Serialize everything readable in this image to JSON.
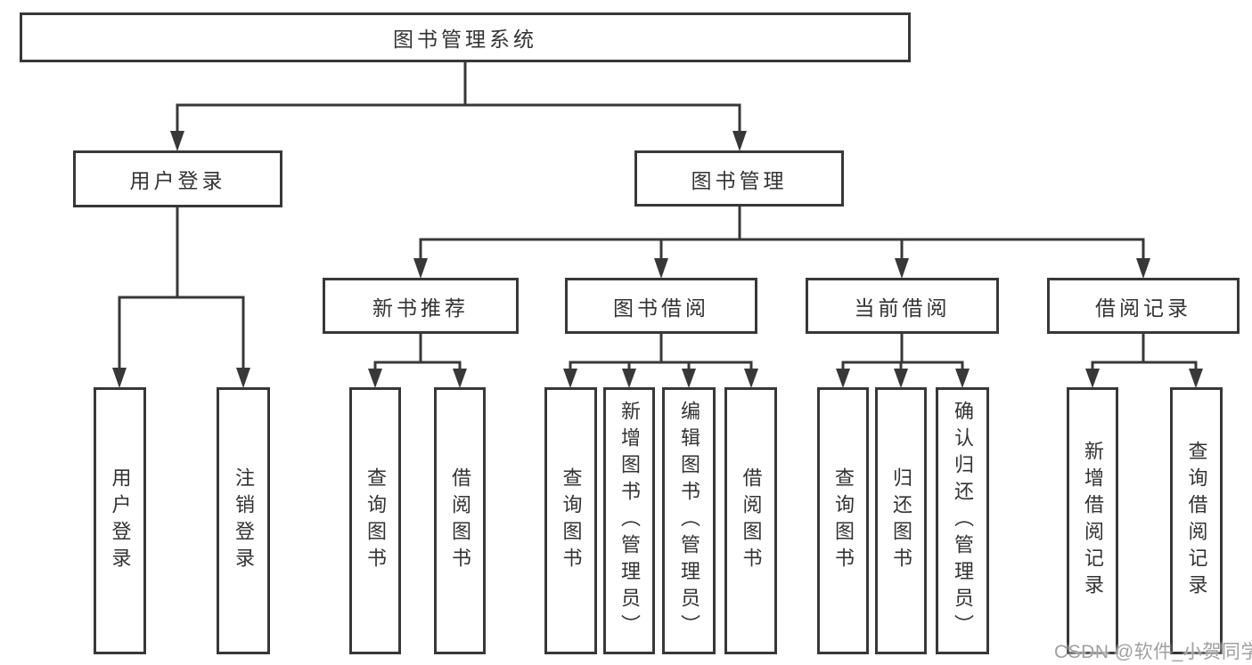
{
  "tree": {
    "label": "图书管理系统",
    "children": [
      {
        "label": "用户登录",
        "children": [
          {
            "label": "用户登录"
          },
          {
            "label": "注销登录"
          }
        ]
      },
      {
        "label": "图书管理",
        "children": [
          {
            "label": "新书推荐",
            "children": [
              {
                "label": "查询图书"
              },
              {
                "label": "借阅图书"
              }
            ]
          },
          {
            "label": "图书借阅",
            "children": [
              {
                "label": "查询图书"
              },
              {
                "label": "新增图书（管理员）"
              },
              {
                "label": "编辑图书（管理员）"
              },
              {
                "label": "借阅图书"
              }
            ]
          },
          {
            "label": "当前借阅",
            "children": [
              {
                "label": "查询图书"
              },
              {
                "label": "归还图书"
              },
              {
                "label": "确认归还（管理员）"
              }
            ]
          },
          {
            "label": "借阅记录",
            "children": [
              {
                "label": "新增借阅记录"
              },
              {
                "label": "查询借阅记录"
              }
            ]
          }
        ]
      }
    ]
  },
  "watermark": "CSDN @软件_小贺同学",
  "colors": {
    "line": "#383838",
    "box_border": "#383838",
    "text": "#333333",
    "background": "#ffffff",
    "watermark": "#a0a0a0"
  }
}
